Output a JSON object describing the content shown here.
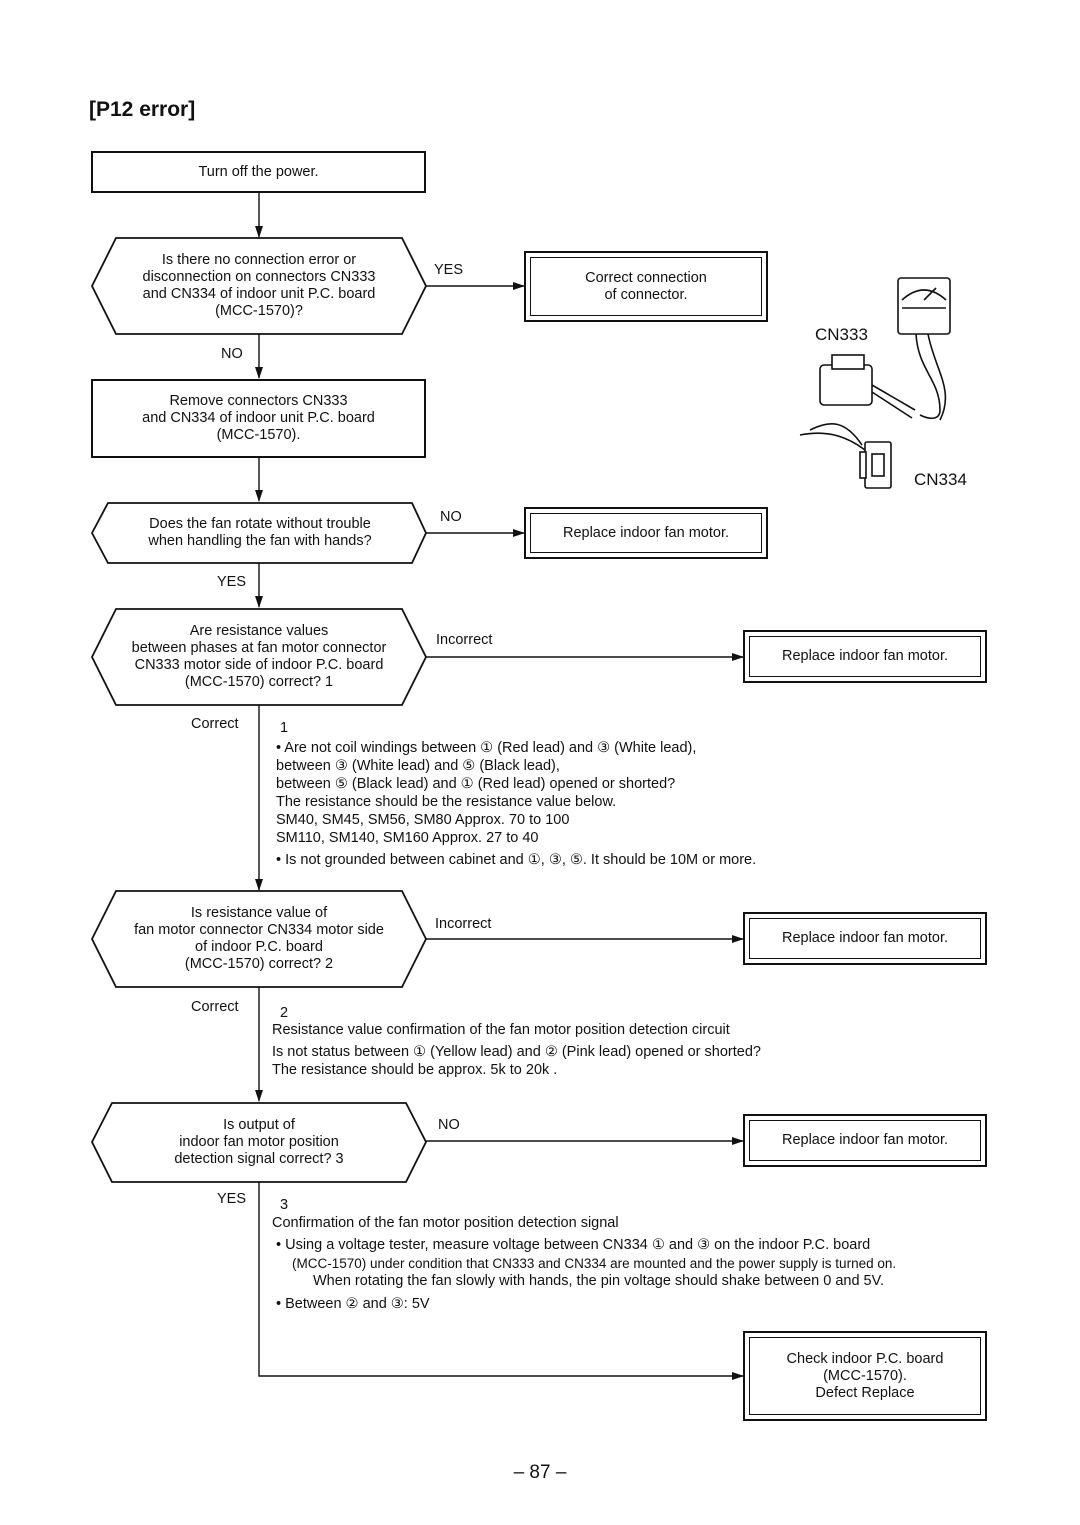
{
  "title": "[P12 error]",
  "steps": {
    "power_off": "Turn off the power.",
    "check_connectors": [
      "Is there no connection error or",
      "disconnection on connectors CN333",
      "and CN334 of indoor unit P.C. board",
      "(MCC-1570)?"
    ],
    "yes_label_1": "YES",
    "correct_connection": [
      "Correct connection",
      "of connector."
    ],
    "no_label_1": "NO",
    "remove_connectors": [
      "Remove connectors CN333",
      "and CN334 of indoor unit P.C. board",
      "(MCC-1570)."
    ],
    "fan_rotate": [
      "Does the fan rotate without trouble",
      "when handling the fan with hands?"
    ],
    "no_label_2": "NO",
    "replace_motor_1": "Replace indoor fan motor.",
    "yes_label_2": "YES",
    "resistance_cn333": [
      "Are resistance values",
      "between phases at fan motor connector",
      "CN333 motor side of indoor P.C. board",
      "(MCC-1570) correct?   1"
    ],
    "incorrect_label_1": "Incorrect",
    "replace_motor_2": "Replace indoor fan motor.",
    "correct_label_1": "Correct",
    "resistance_cn334": [
      "Is resistance value of",
      "fan motor connector CN334 motor side",
      "of indoor P.C. board",
      "(MCC-1570) correct?   2"
    ],
    "incorrect_label_2": "Incorrect",
    "replace_motor_3": "Replace indoor fan motor.",
    "correct_label_2": "Correct",
    "output_signal": [
      "Is output of",
      "indoor fan motor position",
      "detection signal correct?   3"
    ],
    "no_label_3": "NO",
    "replace_motor_4": "Replace indoor fan motor.",
    "yes_label_3": "YES",
    "check_board": [
      "Check indoor P.C. board",
      "(MCC-1570).",
      "Defect      Replace"
    ]
  },
  "notes": {
    "n1": {
      "marker": "1",
      "lines": [
        "•  Are not coil windings between ① (Red lead) and ③ (White lead),",
        "    between ③ (White lead) and ⑤ (Black lead),",
        "    between ⑤ (Black lead) and ① (Red lead) opened or shorted?",
        "        The resistance should be the resistance value below.",
        "            SM40, SM45, SM56, SM80      Approx. 70 to 100",
        "            SM110, SM140, SM160       Approx. 27 to 40",
        "•  Is not grounded between cabinet and ①, ③, ⑤.        It should be 10M     or more."
      ]
    },
    "n2": {
      "marker": "2",
      "lines": [
        "Resistance value confirmation of the fan motor position detection circuit",
        "Is not status between ① (Yellow lead) and ② (Pink lead) opened or shorted?",
        "    The resistance should be approx. 5k to 20k    ."
      ]
    },
    "n3": {
      "marker": "3",
      "lines": [
        "Confirmation of the fan motor position detection signal",
        "•  Using a voltage tester, measure voltage between CN334 ① and ③ on the indoor P.C. board",
        "(MCC-1570) under condition that CN333 and CN334 are mounted and the power supply is turned on.",
        "When rotating the fan slowly with hands, the pin voltage should shake between 0 and 5V.",
        "•  Between ② and ③: 5V"
      ]
    }
  },
  "illustration": {
    "cn333_label": "CN333",
    "cn334_label": "CN334"
  },
  "page_number": "– 87 –"
}
